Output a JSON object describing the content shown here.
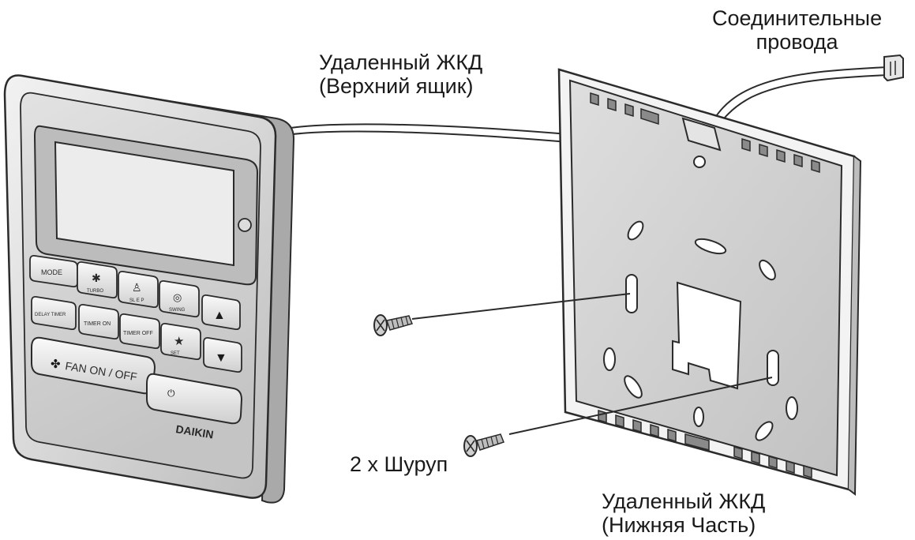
{
  "labels": {
    "wires": {
      "line1": "Соединительные",
      "line2": "провода"
    },
    "top_box": {
      "line1": "Удаленный ЖКД",
      "line2": "(Верхний ящик)"
    },
    "bottom_part": {
      "line1": "Удаленный ЖКД",
      "line2": "(Нижняя Часть)"
    },
    "screws": "2 x Шуруп"
  },
  "controller": {
    "buttons": {
      "mode": "MODE",
      "turbo": "TURBO",
      "sleep": "SL E P",
      "swing": "SWING",
      "delay_timer": "DELAY TIMER",
      "timer_on": "TIMER ON",
      "timer_off": "TIMER OFF",
      "my_comfort": "SET",
      "fan_on_off": "FAN ON / OFF"
    },
    "brand": "DAIKIN"
  },
  "colors": {
    "line": "#2b2b2b",
    "body_fill": "#d9d9d9",
    "plate_fill": "#cfcfcf"
  }
}
